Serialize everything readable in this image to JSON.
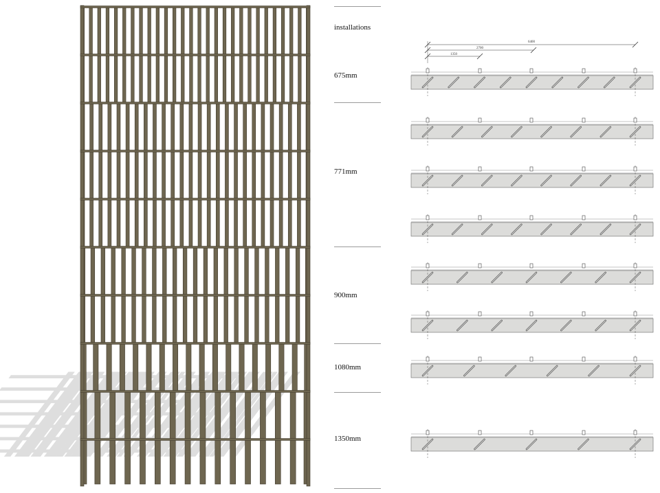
{
  "colors": {
    "fin_fill": "#6e6650",
    "fin_edge": "#403a2c",
    "shadow": "#dedede",
    "plan_fill": "#dcdcda",
    "plan_edge": "#7a7a7a"
  },
  "header": {
    "label": "installations"
  },
  "zones": [
    {
      "label": "675mm",
      "spacing_mm": 675
    },
    {
      "label": "771mm",
      "spacing_mm": 771
    },
    {
      "label": "900mm",
      "spacing_mm": 900
    },
    {
      "label": "1080mm",
      "spacing_mm": 1080
    },
    {
      "label": "1350mm",
      "spacing_mm": 1350
    }
  ],
  "dimensions": {
    "total": "6400",
    "half": "2700",
    "bay": "1350"
  },
  "plan_fin_counts": [
    9,
    8,
    8,
    8,
    7,
    7,
    6,
    5
  ]
}
